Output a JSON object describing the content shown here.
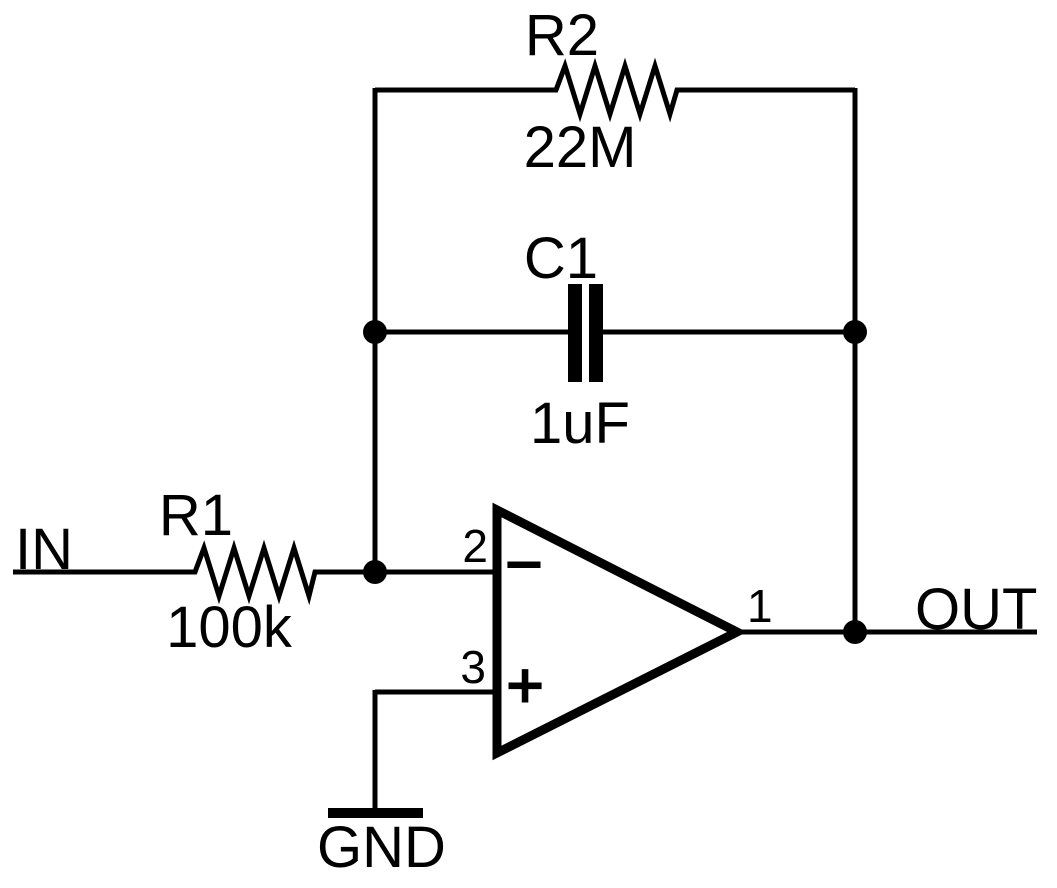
{
  "colors": {
    "ink": "#000000",
    "background": "#ffffff"
  },
  "components": {
    "r2": {
      "designator": "R2",
      "value": "22M"
    },
    "c1": {
      "designator": "C1",
      "value": "1uF"
    },
    "r1": {
      "designator": "R1",
      "value": "100k"
    },
    "opamp": {
      "inverting_pin": "2",
      "noninverting_pin": "3",
      "output_pin": "1",
      "inverting_sign": "−",
      "noninverting_sign": "+"
    }
  },
  "ports": {
    "input": "IN",
    "output": "OUT",
    "ground": "GND"
  }
}
